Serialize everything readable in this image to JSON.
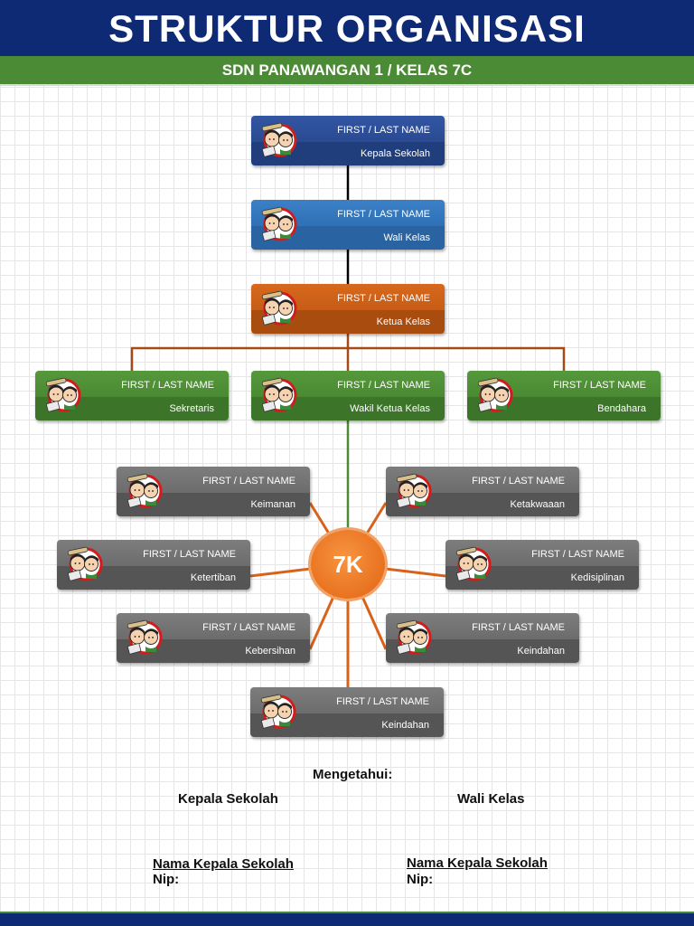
{
  "header": {
    "title": "STRUKTUR ORGANISASI",
    "subtitle": "SDN PANAWANGAN 1 / KELAS 7C"
  },
  "hub_label": "7K",
  "placeholder_name": "FIRST / LAST NAME",
  "roles": {
    "kepala": "Kepala Sekolah",
    "wali": "Wali Kelas",
    "ketua": "Ketua Kelas",
    "sekretaris": "Sekretaris",
    "wakil": "Wakil Ketua Kelas",
    "bendahara": "Bendahara",
    "keimanan": "Keimanan",
    "ketakwaan": "Ketakwaaan",
    "ketertiban": "Ketertiban",
    "kedisiplinan": "Kedisiplinan",
    "kebersihan": "Kebersihan",
    "keindahan_right": "Keindahan",
    "keindahan_bottom": "Keindahan"
  },
  "signature": {
    "mengetahui": "Mengetahui:",
    "left_title": "Kepala Sekolah",
    "right_title": "Wali Kelas",
    "left_name": "Nama Kepala Sekolah",
    "right_name": "Nama Kepala Sekolah",
    "nip_label": "Nip:"
  },
  "colors": {
    "navy": "#0f2a75",
    "green": "#4c8b35",
    "orange": "#e8721f",
    "gray": "#6c6c6c",
    "blue": "#2f70b6"
  },
  "icons": {
    "avatar": "two-children-avatar"
  }
}
